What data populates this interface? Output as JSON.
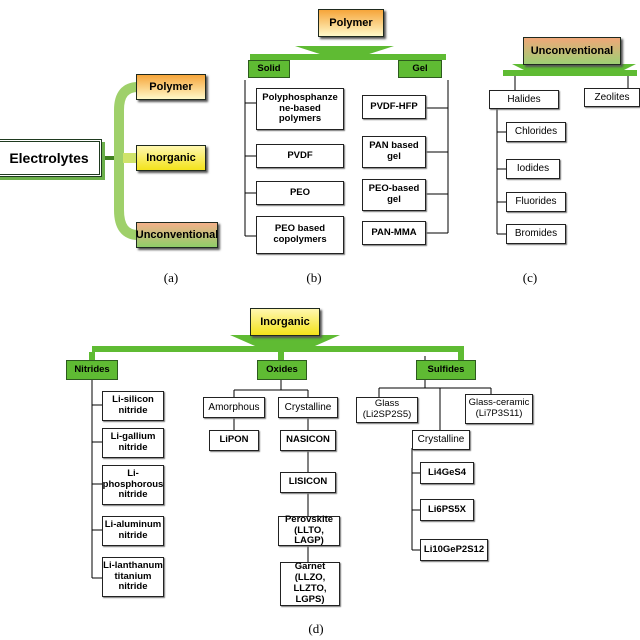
{
  "panel_a": {
    "root": "Electrolytes",
    "branches": [
      "Polymer",
      "Inorganic",
      "Unconventional"
    ],
    "caption": "(a)"
  },
  "panel_b": {
    "root": "Polymer",
    "solid": {
      "label": "Solid",
      "items": [
        "Polyphosphanze ne-based polymers",
        "PVDF",
        "PEO",
        "PEO based copolymers"
      ]
    },
    "gel": {
      "label": "Gel",
      "items": [
        "PVDF-HFP",
        "PAN based gel",
        "PEO-based gel",
        "PAN-MMA"
      ]
    },
    "caption": "(b)"
  },
  "panel_c": {
    "root": "Unconventional",
    "halides": {
      "label": "Halides",
      "items": [
        "Chlorides",
        "Iodides",
        "Fluorides",
        "Bromides"
      ]
    },
    "zeolites": "Zeolites",
    "caption": "(c)"
  },
  "panel_d": {
    "root": "Inorganic",
    "nitrides": {
      "label": "Nitrides",
      "items": [
        "Li-silicon nitride",
        "Li-gallium nitride",
        "Li- phosphorous nitride",
        "Li-aluminum nitride",
        "Li-lanthanum titanium nitride"
      ]
    },
    "oxides": {
      "label": "Oxides",
      "amorphous": {
        "label": "Amorphous",
        "items": [
          "LiPON"
        ]
      },
      "crystalline": {
        "label": "Crystalline",
        "items": [
          "NASICON",
          "LISICON",
          "Perovskite (LLTO, LAGP)",
          "Garnet (LLZO, LLZTO, LGPS)"
        ]
      }
    },
    "sulfides": {
      "label": "Sulfides",
      "glass": "Glass (Li2SP2S5)",
      "glass_ceramic": "Glass-ceramic (Li7P3S11)",
      "crystalline": {
        "label": "Crystalline",
        "items": [
          "Li4GeS4",
          "Li6PS5X",
          "Li10GeP2S12"
        ]
      }
    },
    "caption": "(d)"
  },
  "colors": {
    "green": "#5fbb33",
    "line": "#000000"
  }
}
